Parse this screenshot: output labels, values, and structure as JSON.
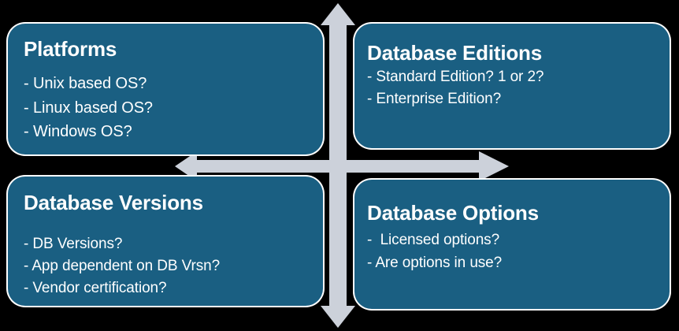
{
  "diagram": {
    "title": "Database discovery quadrant",
    "background_color": "#000000",
    "card_color": "#1a5f82",
    "arrow_color": "#ccd1da",
    "card_border_color": "#ffffff",
    "text_color": "#ffffff"
  },
  "arrows": {
    "vertical_label": "vertical-double-arrow",
    "horizontal_label": "horizontal-double-arrow"
  },
  "quadrants": [
    {
      "id": "platforms",
      "title": "Platforms",
      "items": [
        "- Unix based OS?",
        "- Linux based OS?",
        "- Windows OS?"
      ]
    },
    {
      "id": "db-editions",
      "title": "Database Editions",
      "items": [
        "- Standard Edition? 1 or 2?",
        "- Enterprise Edition?"
      ]
    },
    {
      "id": "db-versions",
      "title": "Database Versions",
      "items": [
        "- DB Versions?",
        "- App dependent on DB Vrsn?",
        "- Vendor certification?"
      ]
    },
    {
      "id": "db-options",
      "title": "Database Options",
      "items": [
        "-  Licensed options?",
        "- Are options in use?"
      ]
    }
  ]
}
